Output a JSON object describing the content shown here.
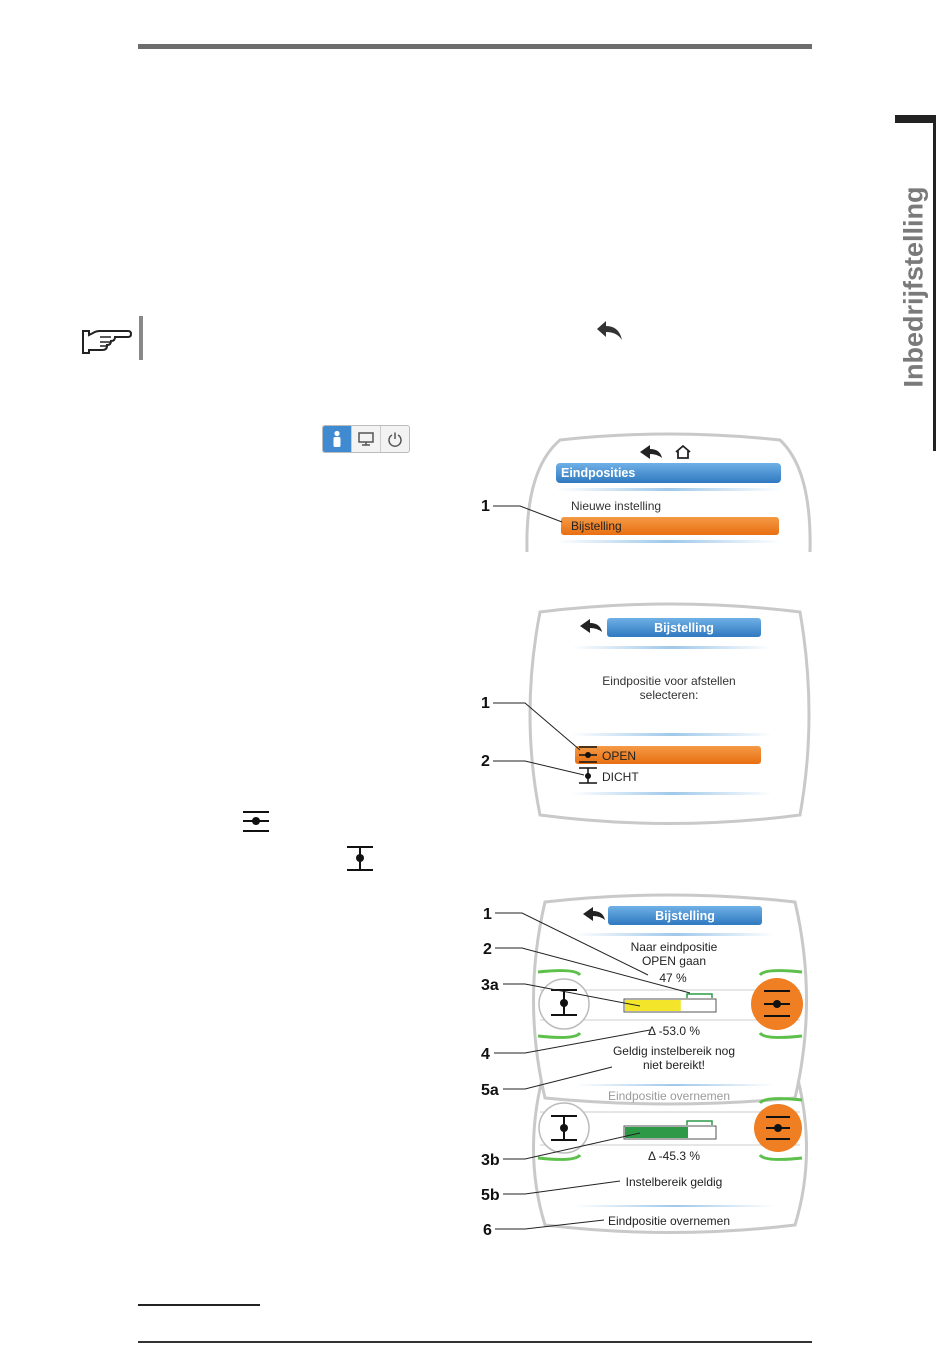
{
  "side_tab": {
    "label": "Inbedrijfstelling"
  },
  "screen1": {
    "header": "Eindposities",
    "items": [
      "Nieuwe instelling",
      "Bijstelling"
    ],
    "callouts": [
      "1"
    ]
  },
  "screen2": {
    "header": "Bijstelling",
    "prompt_line1": "Eindpositie voor afstellen",
    "prompt_line2": "selecteren:",
    "items": [
      "OPEN",
      "DICHT"
    ],
    "callouts": [
      "1",
      "2"
    ]
  },
  "screen3": {
    "header": "Bijstelling",
    "title_line1": "Naar eindpositie",
    "title_line2": "OPEN gaan",
    "percent": "47 %",
    "delta_a": "Δ -53.0 %",
    "msg_a_line1": "Geldig instelbereik nog",
    "msg_a_line2": "niet bereikt!",
    "footer_a": "Eindpositie overnemen",
    "delta_b": "Δ -45.3 %",
    "msg_b": "Instelbereik geldig",
    "footer_b": "Eindpositie overnemen",
    "bar_a_fill": 0.62,
    "bar_b_fill": 0.7,
    "bar_a_color": "#f2e52a",
    "bar_b_color": "#2e9a48",
    "callouts": [
      "1",
      "2",
      "3a",
      "4",
      "5a",
      "3b",
      "5b",
      "6"
    ]
  },
  "colors": {
    "orange": "#ef7f22",
    "blue": "#3f8ad0",
    "green": "#5cc04a"
  },
  "icons": [
    "pointing-hand-icon",
    "back-arrow-icon",
    "home-icon",
    "open-endposition-icon",
    "closed-endposition-icon",
    "user-icon",
    "display-icon",
    "power-icon"
  ]
}
